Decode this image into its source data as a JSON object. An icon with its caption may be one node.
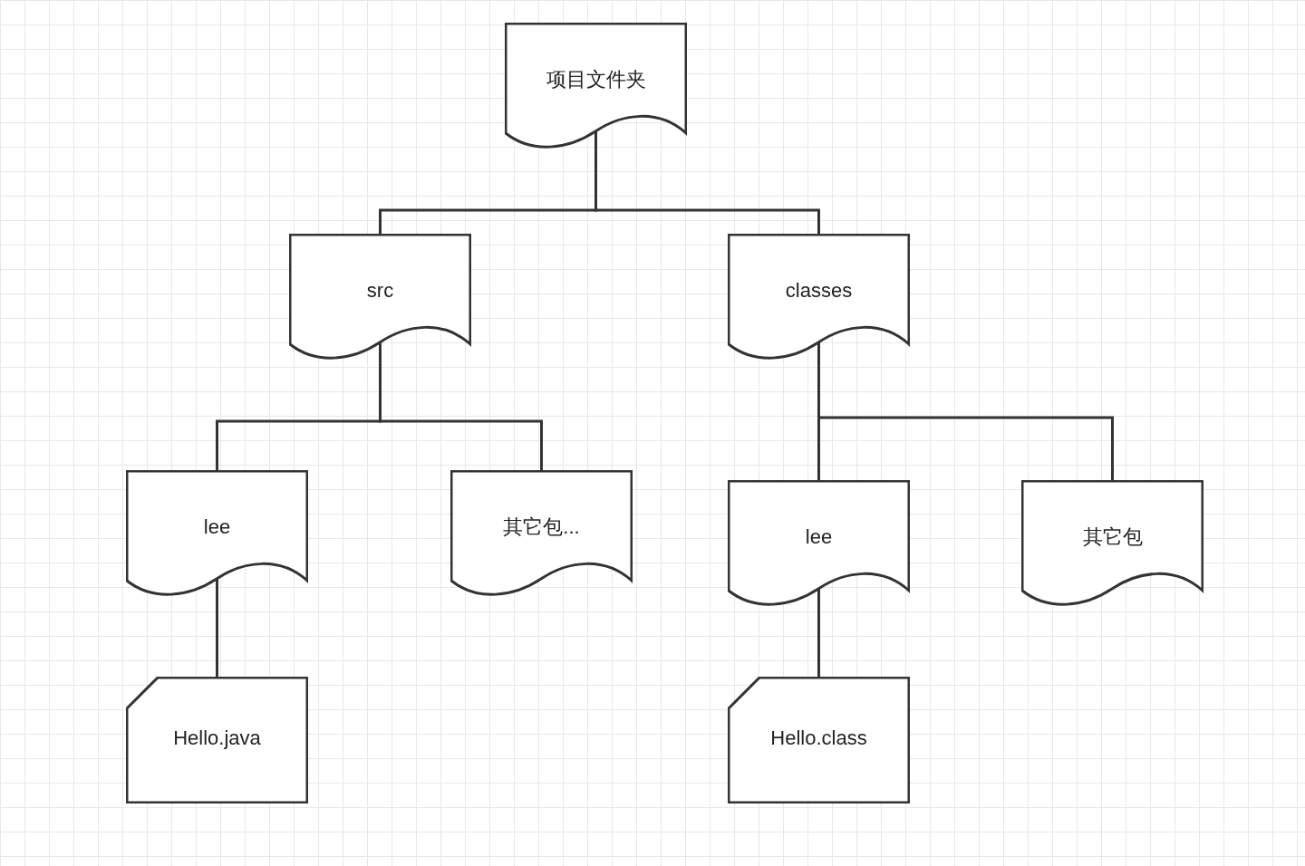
{
  "diagram": {
    "nodes": [
      {
        "text": [
          "项目文件夹"
        ]
      },
      {
        "text": [
          "src"
        ]
      },
      {
        "text": [
          "classes"
        ]
      },
      {
        "text": [
          "lee"
        ]
      },
      {
        "text": [
          "其它包..."
        ]
      },
      {
        "text": [
          "lee"
        ]
      },
      {
        "text": [
          "其它包"
        ]
      },
      {
        "text": [
          "Hello.java"
        ]
      },
      {
        "text": [
          "Hello.class"
        ]
      }
    ],
    "edges": [
      {
        "from": 0,
        "to": 1,
        "arrow": "none"
      },
      {
        "from": 0,
        "to": 2,
        "arrow": "none"
      },
      {
        "from": 1,
        "to": 3,
        "arrow": "none"
      },
      {
        "from": 1,
        "to": 4,
        "arrow": "none"
      },
      {
        "from": 2,
        "to": 5,
        "arrow": "none"
      },
      {
        "from": 2,
        "to": 6,
        "arrow": "none"
      },
      {
        "from": 3,
        "to": 7,
        "arrow": "none"
      },
      {
        "from": 5,
        "to": 8,
        "arrow": "none"
      }
    ]
  }
}
